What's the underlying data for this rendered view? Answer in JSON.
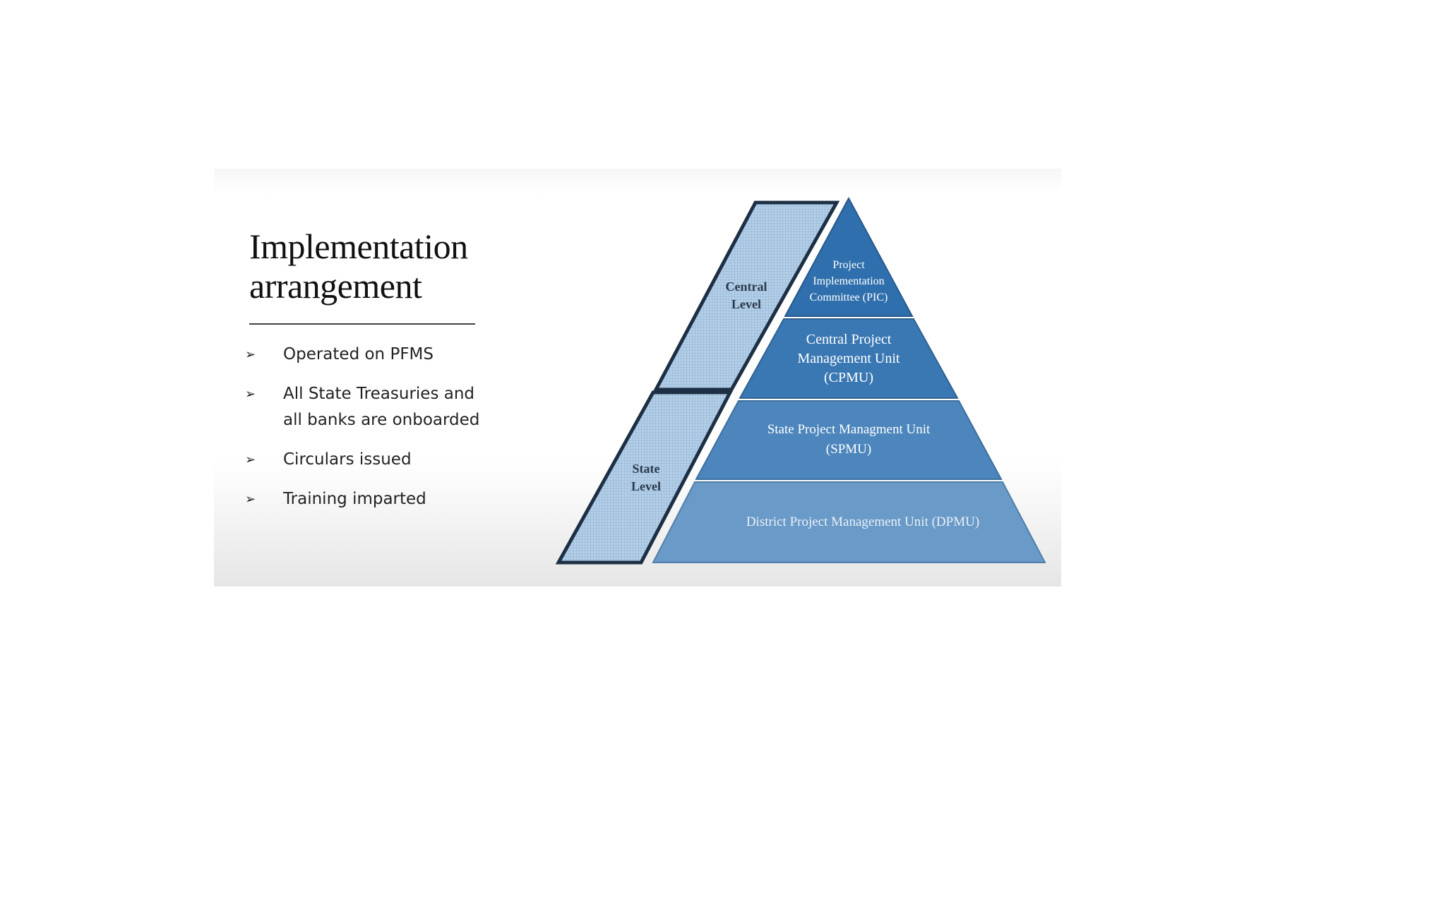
{
  "slide": {
    "title_line1": "Implementation",
    "title_line2": "arrangement",
    "bullets": [
      "Operated on PFMS",
      "All State Treasuries and all banks are onboarded",
      "Circulars issued",
      "Training imparted"
    ],
    "bullet_icon": "arrow-bullet-icon"
  },
  "diagram": {
    "levels": {
      "central": [
        "Central",
        "Level"
      ],
      "state": [
        "State",
        "Level"
      ]
    },
    "tiers": [
      {
        "lines": [
          "Project",
          "Implementation",
          "Committee (PIC)"
        ]
      },
      {
        "lines": [
          "Central Project",
          "Management Unit",
          "(CPMU)"
        ]
      },
      {
        "lines": [
          "State Project Managment Unit",
          "(SPMU)"
        ]
      },
      {
        "lines": [
          "District Project Management Unit (DPMU)"
        ]
      }
    ],
    "colors": {
      "tier1": "#2f6fad",
      "tier2": "#3a78b3",
      "tier3": "#4c86bc",
      "tier4": "#6a9ac8",
      "strip": "#a9c6e3",
      "outline": "#1d2f44"
    }
  }
}
